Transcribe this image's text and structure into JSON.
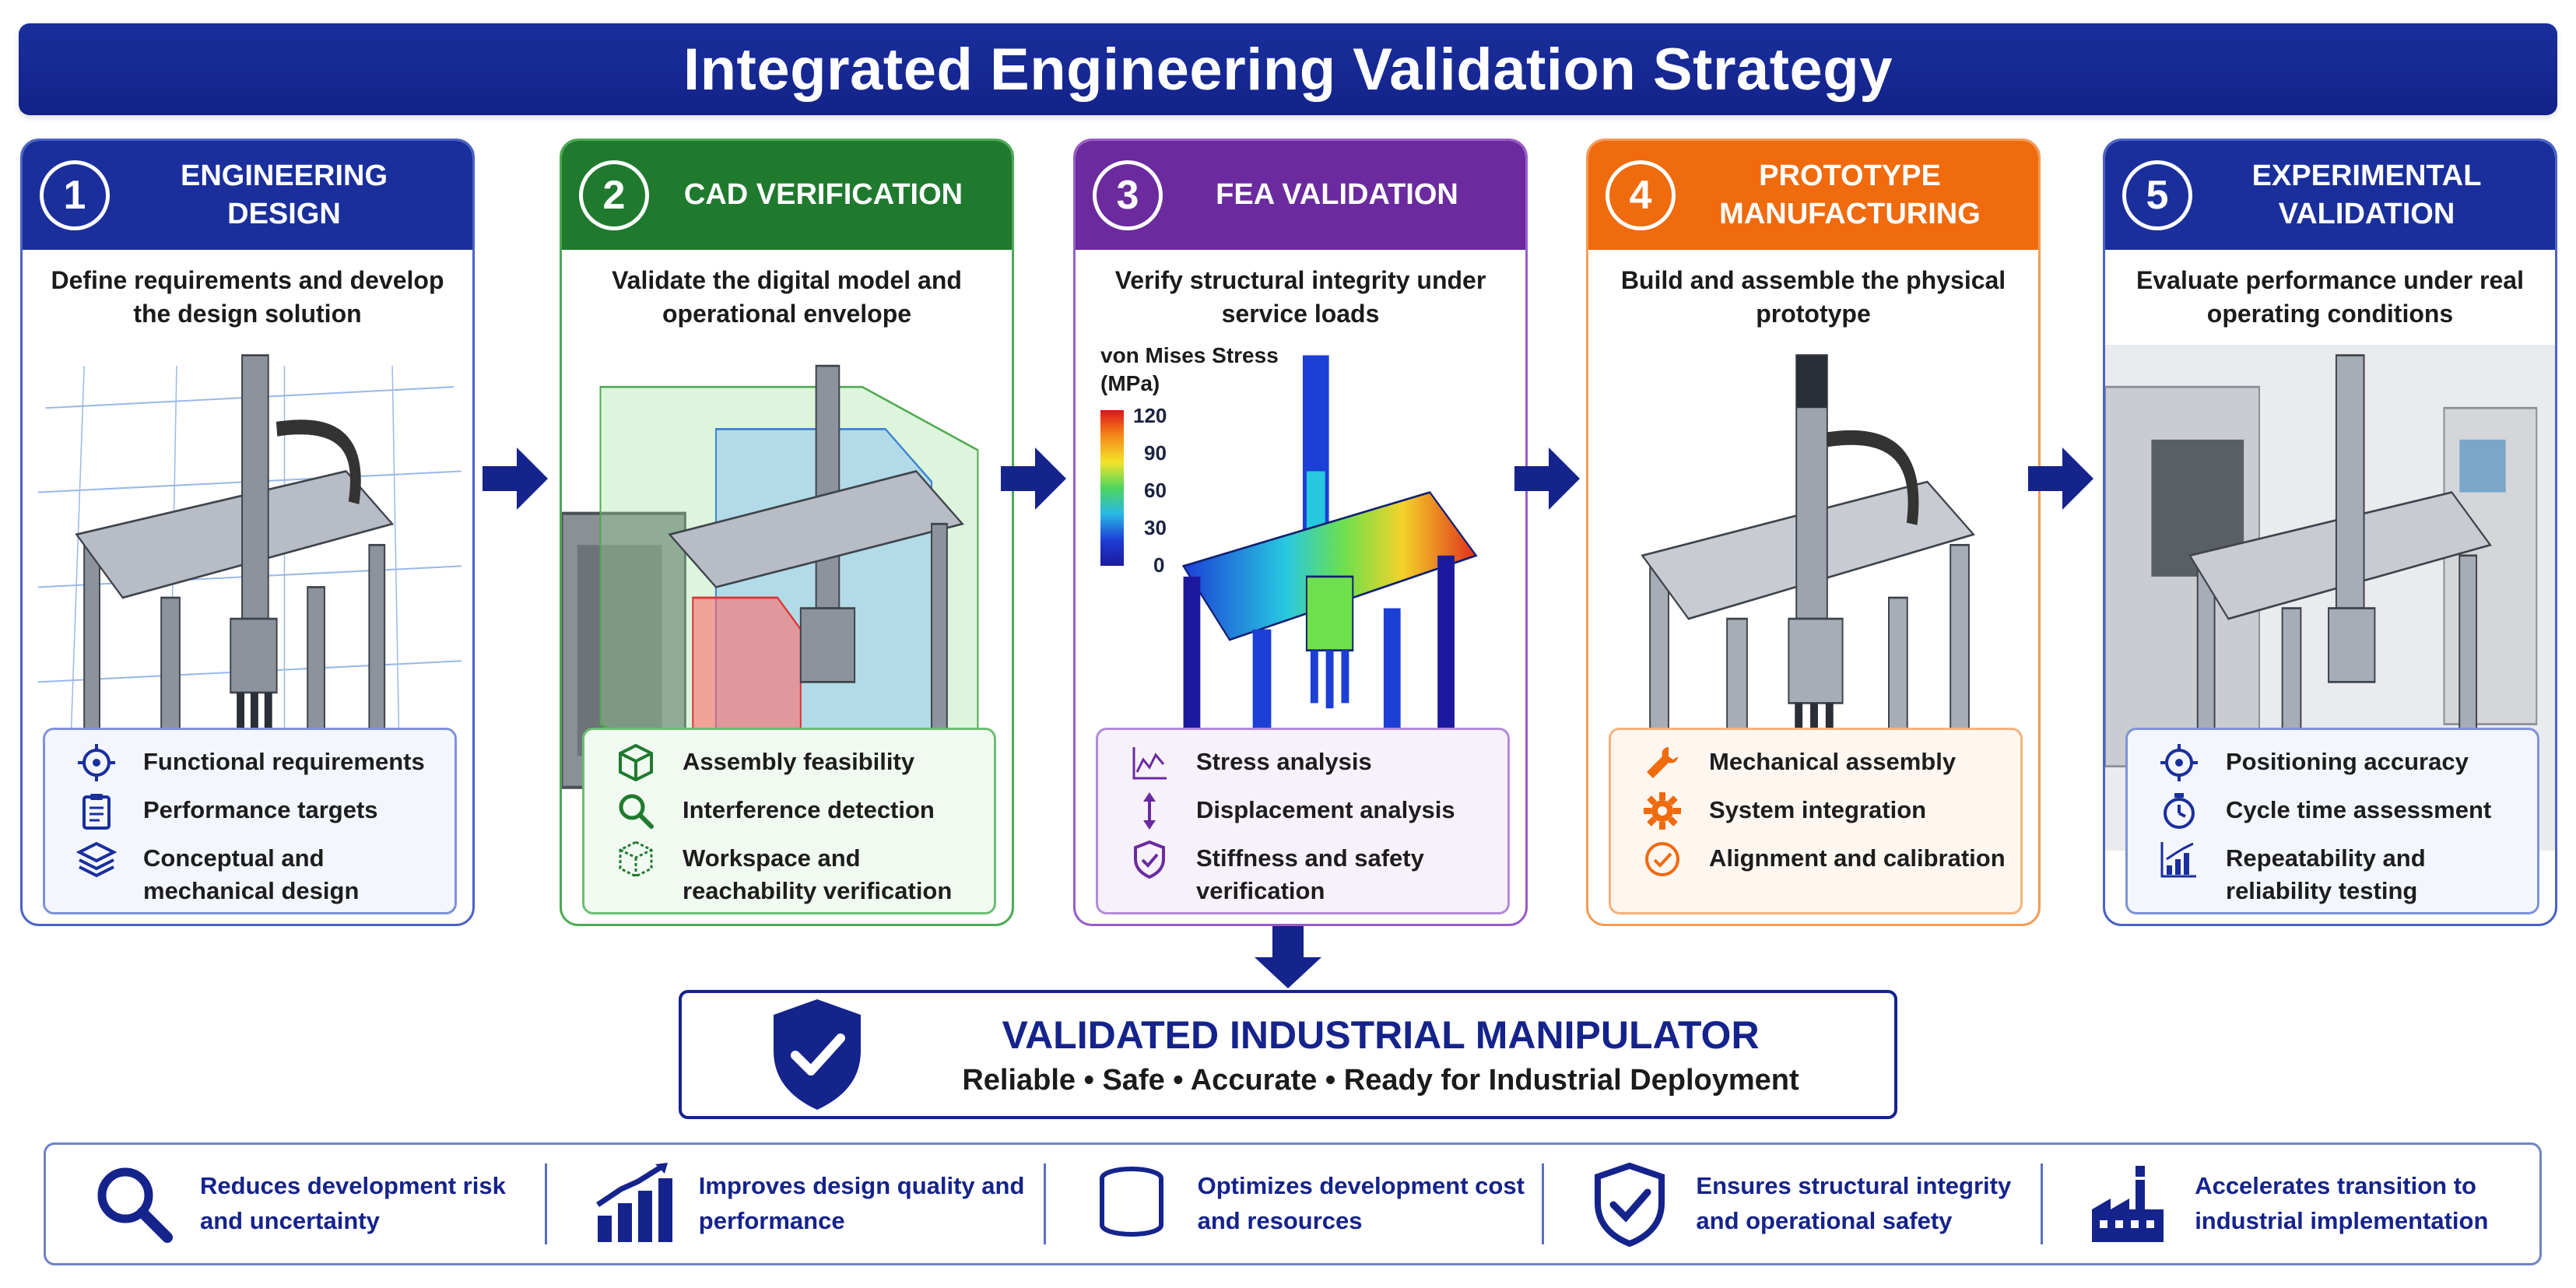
{
  "title": "Integrated Engineering Validation Strategy",
  "stages": [
    {
      "number": "1",
      "title": "ENGINEERING\nDESIGN",
      "description": "Define requirements and develop the design solution",
      "color": "#1a2f9c",
      "items": [
        {
          "icon": "target-icon",
          "label": "Functional requirements"
        },
        {
          "icon": "clipboard-icon",
          "label": "Performance targets"
        },
        {
          "icon": "layers-icon",
          "label": "Conceptual and mechanical design"
        }
      ]
    },
    {
      "number": "2",
      "title": "CAD VERIFICATION",
      "description": "Validate the digital model and operational envelope",
      "color": "#1f7a2e",
      "items": [
        {
          "icon": "cube-icon",
          "label": "Assembly feasibility"
        },
        {
          "icon": "magnifier-icon",
          "label": "Interference detection"
        },
        {
          "icon": "dashed-cube-icon",
          "label": "Workspace and reachability verification"
        }
      ]
    },
    {
      "number": "3",
      "title": "FEA VALIDATION",
      "description": "Verify structural integrity under service loads",
      "color": "#6b2a9e",
      "legend": {
        "title": "von Mises Stress (MPa)",
        "ticks": [
          "120",
          "90",
          "60",
          "30",
          "0"
        ]
      },
      "items": [
        {
          "icon": "chart-line-icon",
          "label": "Stress analysis"
        },
        {
          "icon": "vertical-arrows-icon",
          "label": "Displacement analysis"
        },
        {
          "icon": "shield-icon",
          "label": "Stiffness and safety verification"
        }
      ]
    },
    {
      "number": "4",
      "title": "PROTOTYPE\nMANUFACTURING",
      "description": "Build and assemble the physical prototype",
      "color": "#f06a0e",
      "items": [
        {
          "icon": "wrench-icon",
          "label": "Mechanical assembly"
        },
        {
          "icon": "gear-icon",
          "label": "System integration"
        },
        {
          "icon": "check-circle-icon",
          "label": "Alignment and calibration"
        }
      ]
    },
    {
      "number": "5",
      "title": "EXPERIMENTAL\nVALIDATION",
      "description": "Evaluate performance under real operating conditions",
      "color": "#1a2f9c",
      "items": [
        {
          "icon": "target-icon",
          "label": "Positioning accuracy"
        },
        {
          "icon": "stopwatch-icon",
          "label": "Cycle time assessment"
        },
        {
          "icon": "bar-chart-icon",
          "label": "Repeatability and reliability testing"
        }
      ]
    }
  ],
  "result": {
    "title": "VALIDATED INDUSTRIAL MANIPULATOR",
    "subtitle": "Reliable • Safe • Accurate • Ready for Industrial Deployment"
  },
  "benefits": [
    {
      "icon": "magnifier-icon",
      "label": "Reduces development risk and uncertainty"
    },
    {
      "icon": "growth-chart-icon",
      "label": "Improves design quality and performance"
    },
    {
      "icon": "coins-stack-icon",
      "label": "Optimizes development cost and resources"
    },
    {
      "icon": "shield-check-icon",
      "label": "Ensures structural integrity and operational safety"
    },
    {
      "icon": "factory-icon",
      "label": "Accelerates transition to industrial implementation"
    }
  ]
}
